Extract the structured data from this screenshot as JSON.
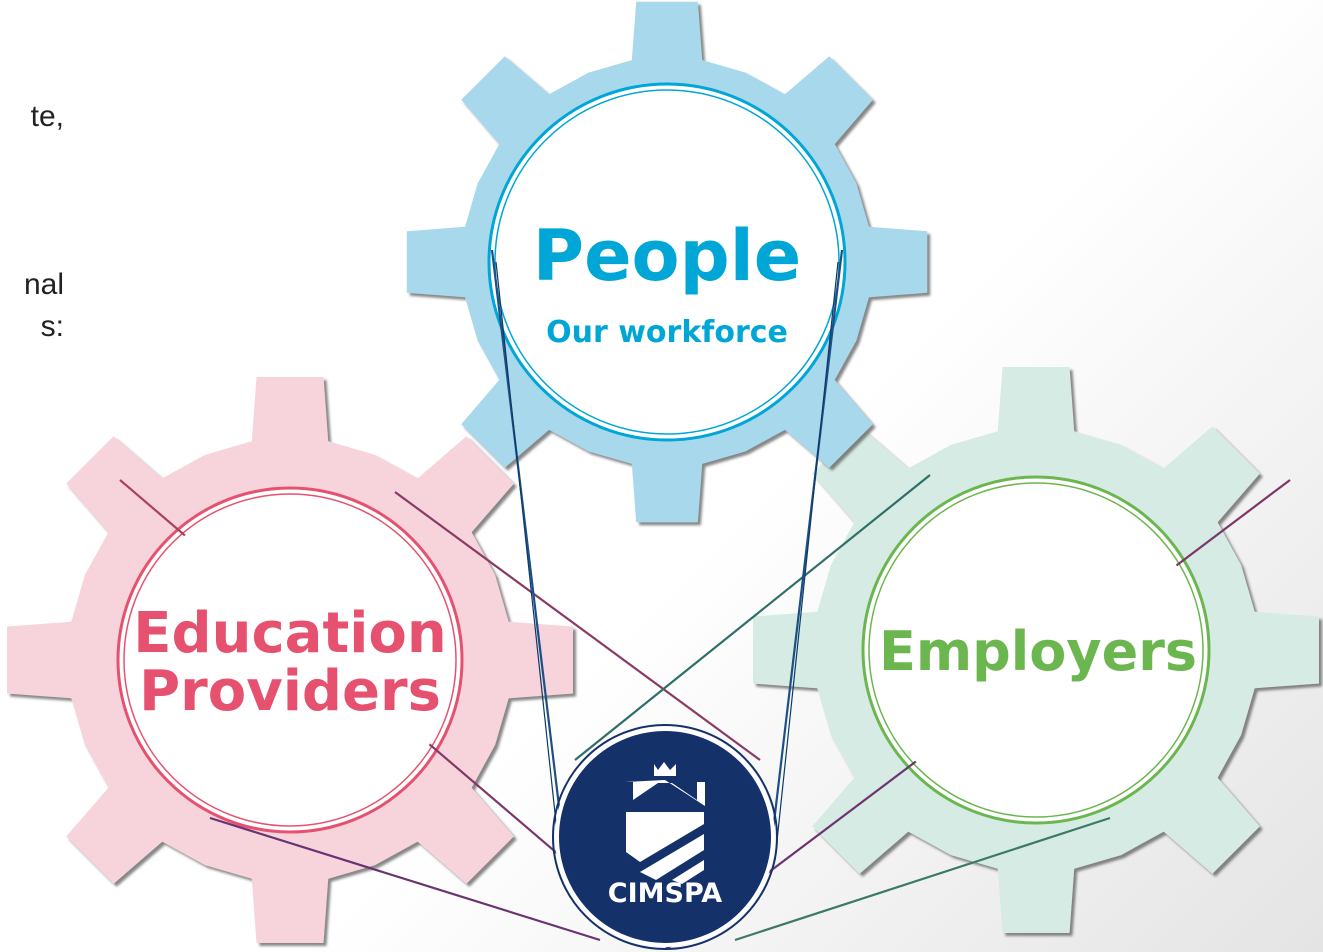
{
  "left_text": {
    "lines": [
      "te,",
      "nal",
      "s:"
    ]
  },
  "gears": {
    "people": {
      "title": "People",
      "subtitle": "Our workforce"
    },
    "education": {
      "title_line1": "Education",
      "title_line2": "Providers"
    },
    "employers": {
      "title": "Employers"
    }
  },
  "logo": {
    "label": "CIMSPA"
  },
  "colors": {
    "people_gear": "#a8d8ec",
    "people_accent": "#00a6d6",
    "education_gear": "#f7d3dc",
    "education_accent": "#e6516f",
    "employers_gear": "#d6ebe3",
    "employers_accent": "#6cb650",
    "logo_bg": "#15316a"
  }
}
